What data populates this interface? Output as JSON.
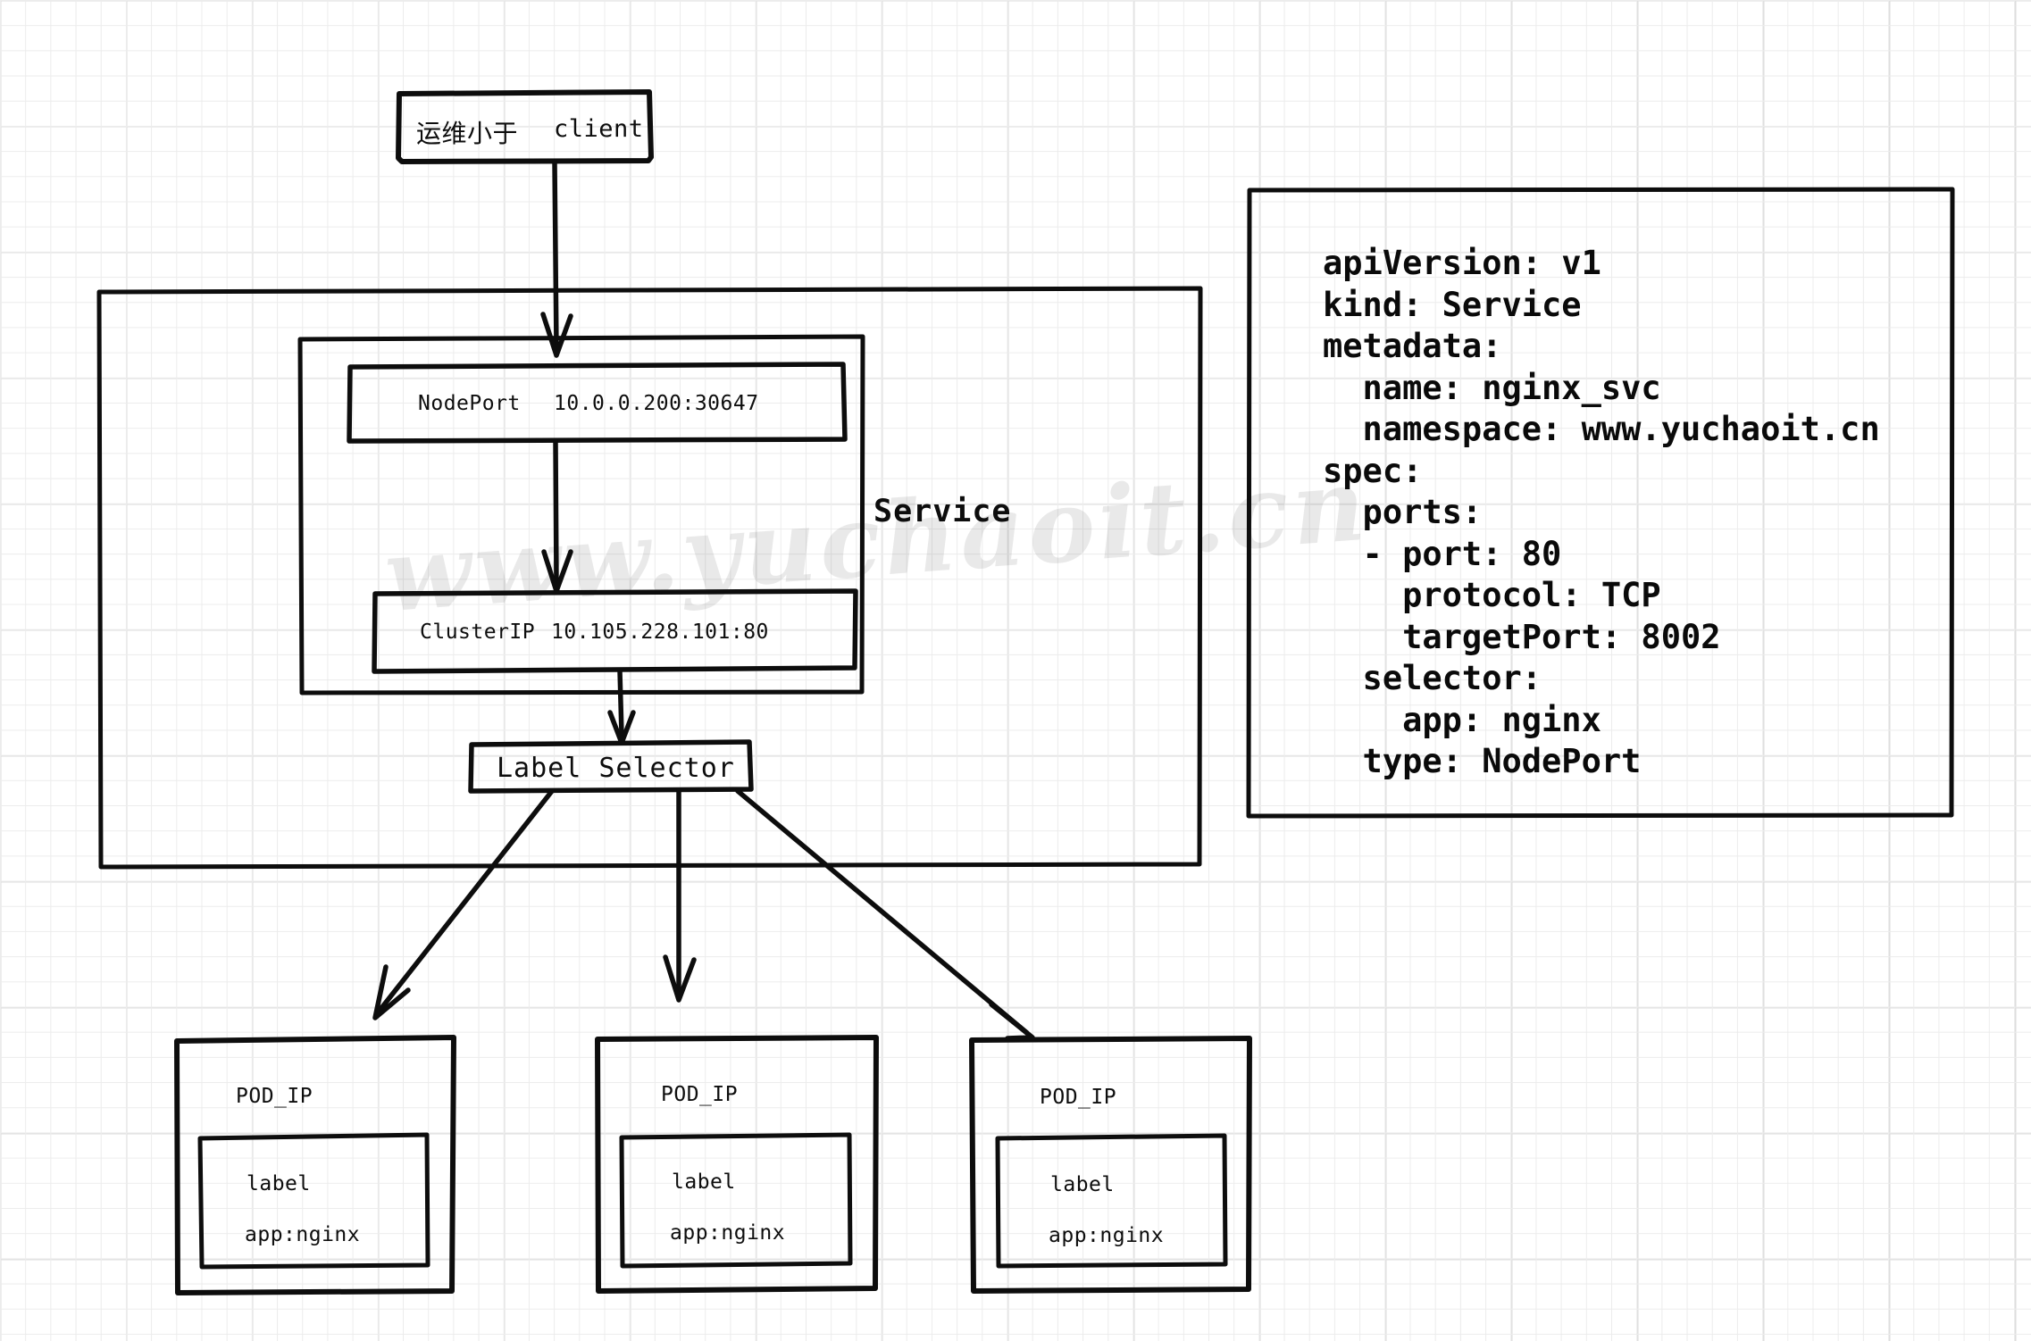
{
  "diagram": {
    "title_watermark": "www.yuchaoit.cn",
    "client_box": {
      "label_cn": "运维小于",
      "label_en": "client"
    },
    "service": {
      "label": "Service",
      "nodeport": {
        "name": "NodePort",
        "address": "10.0.0.200:30647"
      },
      "clusterip": {
        "name": "ClusterIP",
        "address": "10.105.228.101:80"
      },
      "label_selector": "Label Selector"
    },
    "pods": [
      {
        "title": "POD_IP",
        "label_heading": "label",
        "label_value": "app:nginx"
      },
      {
        "title": "POD_IP",
        "label_heading": "label",
        "label_value": "app:nginx"
      },
      {
        "title": "POD_IP",
        "label_heading": "label",
        "label_value": "app:nginx"
      }
    ],
    "yaml": {
      "lines": [
        "apiVersion: v1",
        "kind: Service",
        "metadata:",
        "  name: nginx_svc",
        "  namespace: www.yuchaoit.cn",
        "spec:",
        "  ports:",
        "  - port: 80",
        "    protocol: TCP",
        "    targetPort: 8002",
        "  selector:",
        "    app: nginx",
        "  type: NodePort"
      ],
      "text": "apiVersion: v1\nkind: Service\nmetadata:\n  name: nginx_svc\n  namespace: www.yuchaoit.cn\nspec:\n  ports:\n  - port: 80\n    protocol: TCP\n    targetPort: 8002\n  selector:\n    app: nginx\n  type: NodePort"
    }
  },
  "colors": {
    "stroke": "#0d0d0d",
    "grid_minor": "#ececec",
    "grid_major": "#dedede",
    "watermark": "rgba(0,0,0,0.085)"
  }
}
